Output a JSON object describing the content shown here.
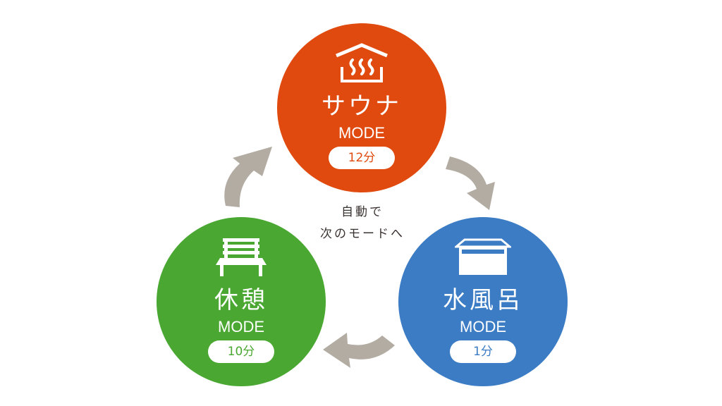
{
  "colors": {
    "sauna": "#e04a0f",
    "rest": "#4aa832",
    "water": "#3b7cc4",
    "arrow": "#b3aca3",
    "text": "#3a3230"
  },
  "center_text": {
    "line1": "自動で",
    "line2": "次のモードへ"
  },
  "modes": [
    {
      "title": "サウナ",
      "mode": "MODE",
      "duration": "12分",
      "icon": "sauna-house-icon"
    },
    {
      "title": "水風呂",
      "mode": "MODE",
      "duration": "1分",
      "icon": "bath-tub-icon"
    },
    {
      "title": "休憩",
      "mode": "MODE",
      "duration": "10分",
      "icon": "bench-icon"
    }
  ]
}
